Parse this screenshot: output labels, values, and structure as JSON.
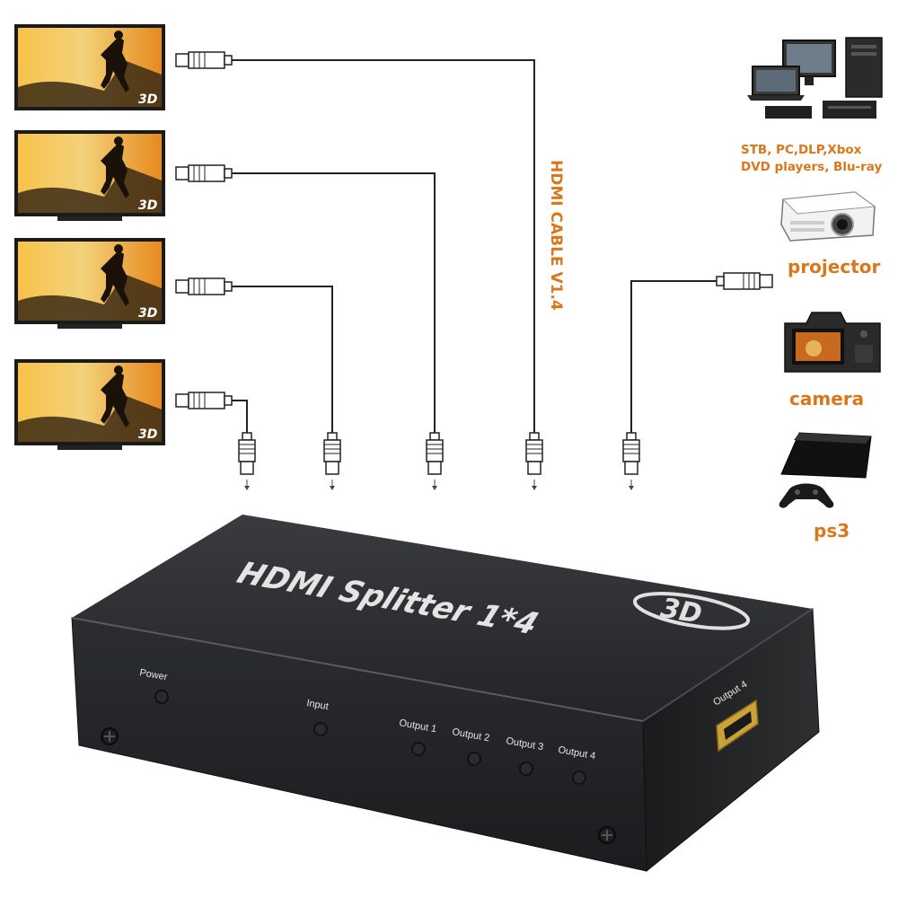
{
  "tv_badge": "3D",
  "cable_label": "HDMI CABLE V1.4",
  "sources": {
    "computers_caption_1": "STB, PC,DLP,Xbox",
    "computers_caption_2": "DVD players, Blu-ray",
    "projector": "projector",
    "camera": "camera",
    "console": "ps3"
  },
  "device": {
    "title": "HDMI Splitter 1*4",
    "badge": "3D",
    "power": "Power",
    "input": "Input",
    "output_1": "Output 1",
    "output_2": "Output 2",
    "output_3": "Output 3",
    "output_4": "Output 4",
    "side_port": "Output 4"
  },
  "colors": {
    "accent": "#d9771c",
    "device_body": "#2a2b2d",
    "cable": "#222222"
  }
}
